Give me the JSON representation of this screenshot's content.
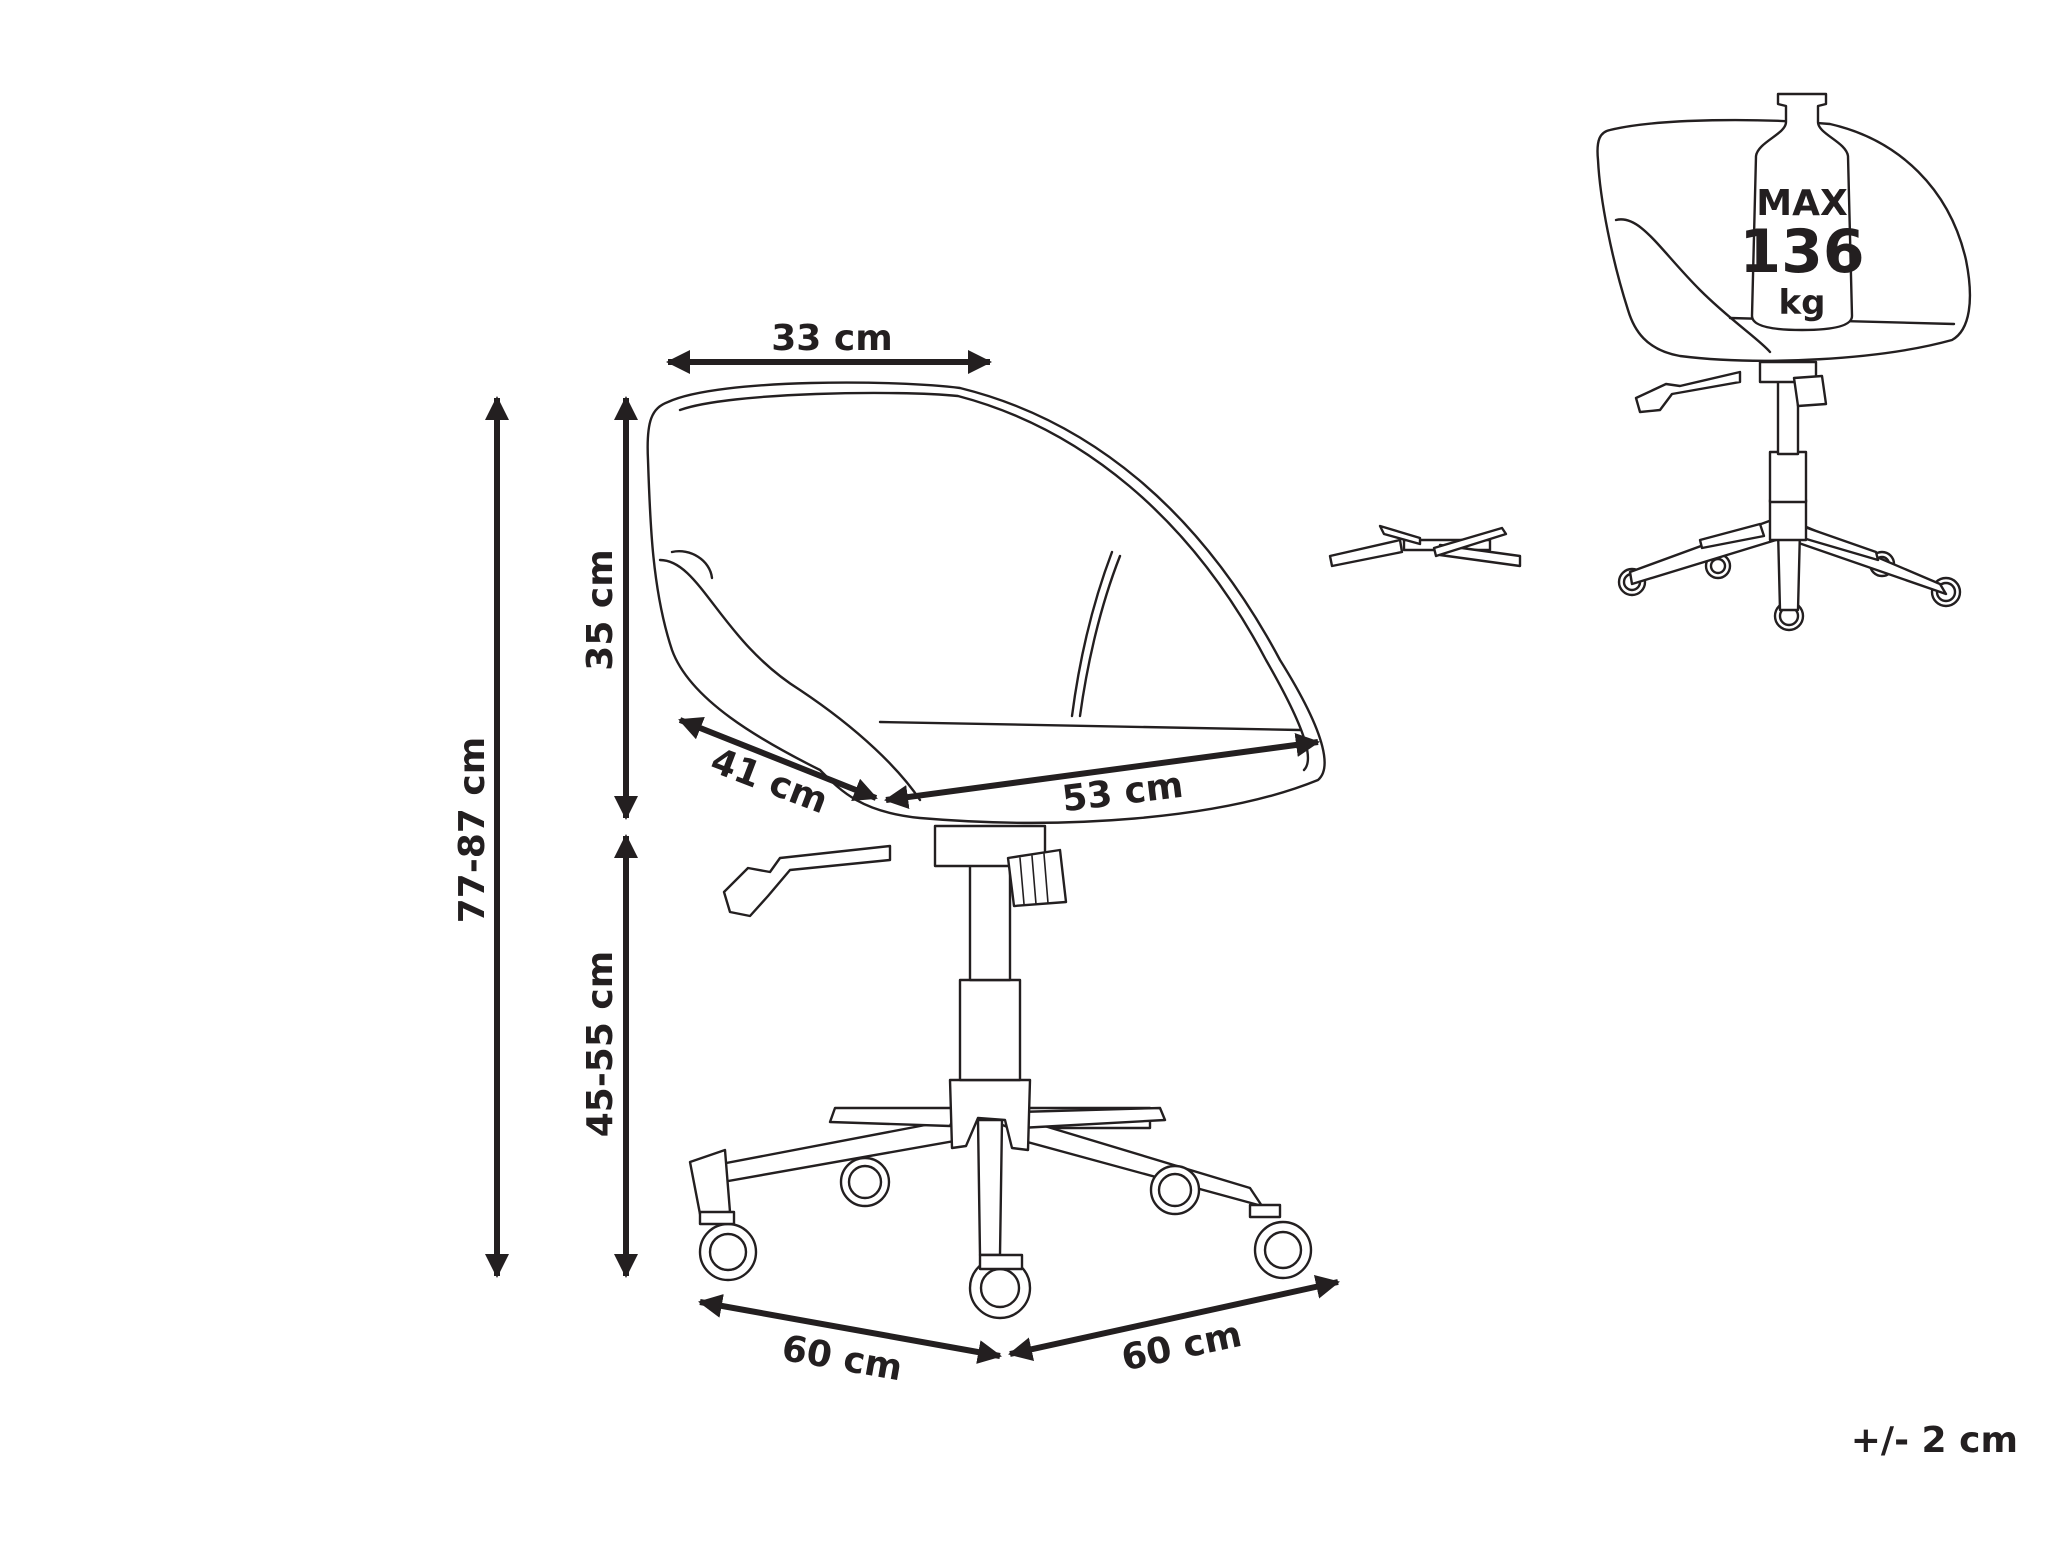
{
  "dimensions": {
    "seat_width": "33 cm",
    "backrest_height": "35 cm",
    "total_height": "77-87 cm",
    "seat_depth": "41 cm",
    "seat_diagonal": "53 cm",
    "seat_height": "45-55 cm",
    "base_left": "60 cm",
    "base_right": "60 cm"
  },
  "max_load": {
    "label": "MAX",
    "value": "136",
    "unit": "kg"
  },
  "tolerance": "+/- 2 cm",
  "colors": {
    "line": "#231f20",
    "background": "#ffffff"
  }
}
